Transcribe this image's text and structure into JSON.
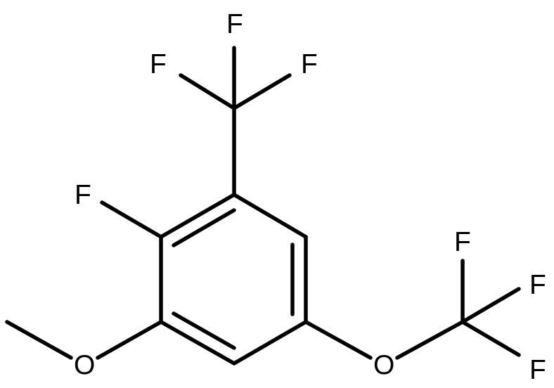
{
  "molecule": {
    "atoms": {
      "f_cf3_top": "F",
      "f_cf3_left": "F",
      "f_cf3_right": "F",
      "f_ring": "F",
      "o_methoxy": "O",
      "o_ocf3": "O",
      "f_ocf3_top": "F",
      "f_ocf3_mid": "F",
      "f_ocf3_bottom": "F"
    },
    "colors": {
      "bond": "#000000",
      "label": "#000000",
      "background": "#ffffff"
    }
  }
}
